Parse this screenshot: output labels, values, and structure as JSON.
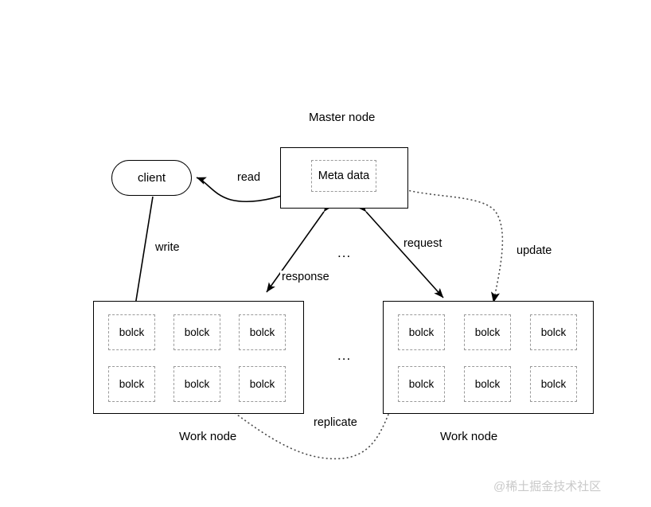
{
  "diagram": {
    "title_master": "Master node",
    "watermark": "@稀土掘金技术社区",
    "ellipsis_top": "...",
    "ellipsis_bottom": "..."
  },
  "client": {
    "label": "client"
  },
  "master_node": {
    "caption": "Master node",
    "meta_label": "Meta data"
  },
  "work_node_left": {
    "caption": "Work node",
    "blocks": [
      {
        "label": "bolck"
      },
      {
        "label": "bolck"
      },
      {
        "label": "bolck"
      },
      {
        "label": "bolck"
      },
      {
        "label": "bolck"
      },
      {
        "label": "bolck"
      }
    ]
  },
  "work_node_right": {
    "caption": "Work node",
    "blocks": [
      {
        "label": "bolck"
      },
      {
        "label": "bolck"
      },
      {
        "label": "bolck"
      },
      {
        "label": "bolck"
      },
      {
        "label": "bolck"
      },
      {
        "label": "bolck"
      }
    ]
  },
  "edges": {
    "read": "read",
    "write": "write",
    "response": "response",
    "request": "request",
    "update": "update",
    "replicate": "replicate"
  },
  "colors": {
    "stroke": "#000000",
    "dashed_stroke": "#9a9a9a",
    "background": "#ffffff",
    "watermark": "#c9c9c9"
  }
}
